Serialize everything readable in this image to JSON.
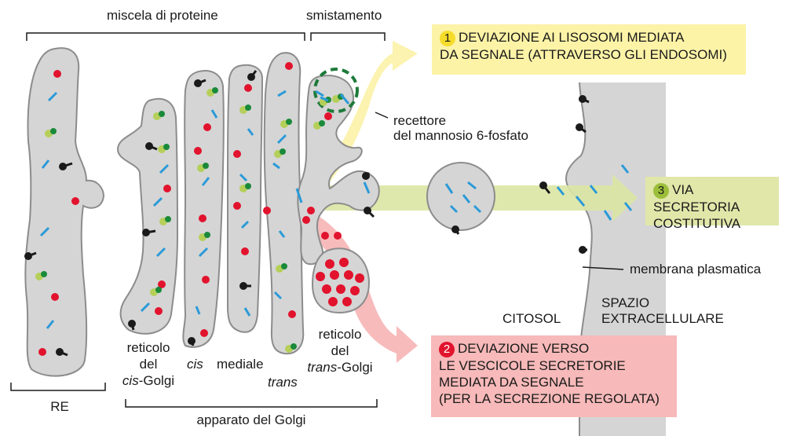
{
  "labels": {
    "protein_mix": "miscela di proteine",
    "sorting": "smistamento",
    "receptor_1": "recettore",
    "receptor_2": "del mannosio 6-fosfato",
    "cis_reticle_1": "reticolo",
    "cis_reticle_2": "del",
    "cis_reticle_3_italic": "cis",
    "cis_reticle_3_rest": "-Golgi",
    "cis": "cis",
    "medial": "mediale",
    "trans": "trans",
    "trans_reticle_1": "reticolo",
    "trans_reticle_2": "del",
    "trans_reticle_3_italic": "trans",
    "trans_reticle_3_rest": "-Golgi",
    "re": "RE",
    "golgi_apparatus": "apparato del Golgi",
    "plasma_membrane": "membrana plasmatica",
    "cytosol": "CITOSOL",
    "extracellular_1": "SPAZIO",
    "extracellular_2": "EXTRACELLULARE"
  },
  "pathways": [
    {
      "number": "1",
      "line1": "DEVIAZIONE AI LISOSOMI MEDIATA",
      "line2": "DA SEGNALE (ATTRAVERSO GLI ENDOSOMI)",
      "box_color": "#fdf3a7",
      "badge_color": "#f5dc2a",
      "badge_text_color": "#1a1a1a"
    },
    {
      "number": "3",
      "line1": "VIA SECRETORIA",
      "line2": "COSTITUTIVA",
      "box_color": "#e0e7a9",
      "badge_color": "#9cbf3b",
      "badge_text_color": "#1a1a1a"
    },
    {
      "number": "2",
      "line1": "DEVIAZIONE VERSO",
      "line2": "LE VESCICOLE SECRETORIE",
      "line3": "MEDIATA DA SEGNALE",
      "line4": "(PER LA SECREZIONE REGOLATA)",
      "box_color": "#f7b9b9",
      "badge_color": "#e2132d",
      "badge_text_color": "#ffffff"
    }
  ],
  "colors": {
    "organelle_fill": "#d5d5d5",
    "organelle_stroke": "#8c8c8c",
    "red_protein": "#e2132d",
    "light_green_protein": "#b5cf5a",
    "dark_green_protein": "#1a8a3a",
    "blue_rod": "#2a9ad8",
    "receptor_green": "#1e7a3a",
    "arrow_yellow": "#fbf2a6",
    "arrow_green": "#dbe6a3",
    "arrow_pink": "#f6b4b4",
    "extracellular": "#d5d5d5"
  }
}
